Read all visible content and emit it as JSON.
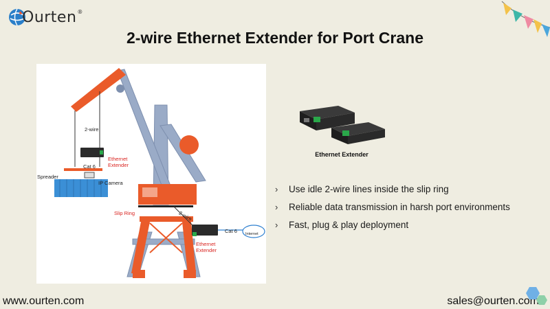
{
  "brand": {
    "name": "Ourten",
    "registered": "®"
  },
  "title": "2-wire Ethernet Extender for Port Crane",
  "diagram": {
    "labels": {
      "two_wire_top": "2-wire",
      "ethernet_extender_top": "Ethernet\nExtender",
      "cat6_top": "Cat 6",
      "spreader": "Spreader",
      "ip_camera": "IP Camera",
      "slip_ring": "Slip Ring",
      "two_wire_bottom": "2-wire",
      "cat6_bottom": "Cat 6",
      "internet": "Internet",
      "ethernet_extender_bottom": "Ethernet\nExtender"
    }
  },
  "product": {
    "caption": "Ethernet Extender"
  },
  "features": [
    "Use idle 2-wire lines inside the slip ring",
    "Reliable data transmission in harsh port environments",
    "Fast, plug & play deployment"
  ],
  "footer": {
    "website": "www.ourten.com",
    "email": "sales@ourten.com"
  },
  "colors": {
    "background": "#efede1",
    "crane_orange": "#ea5b2a",
    "crane_blue": "#9aabc7",
    "label_red": "#d9231f",
    "container_blue": "#3b8fd6",
    "device_green": "#2aa84a"
  }
}
